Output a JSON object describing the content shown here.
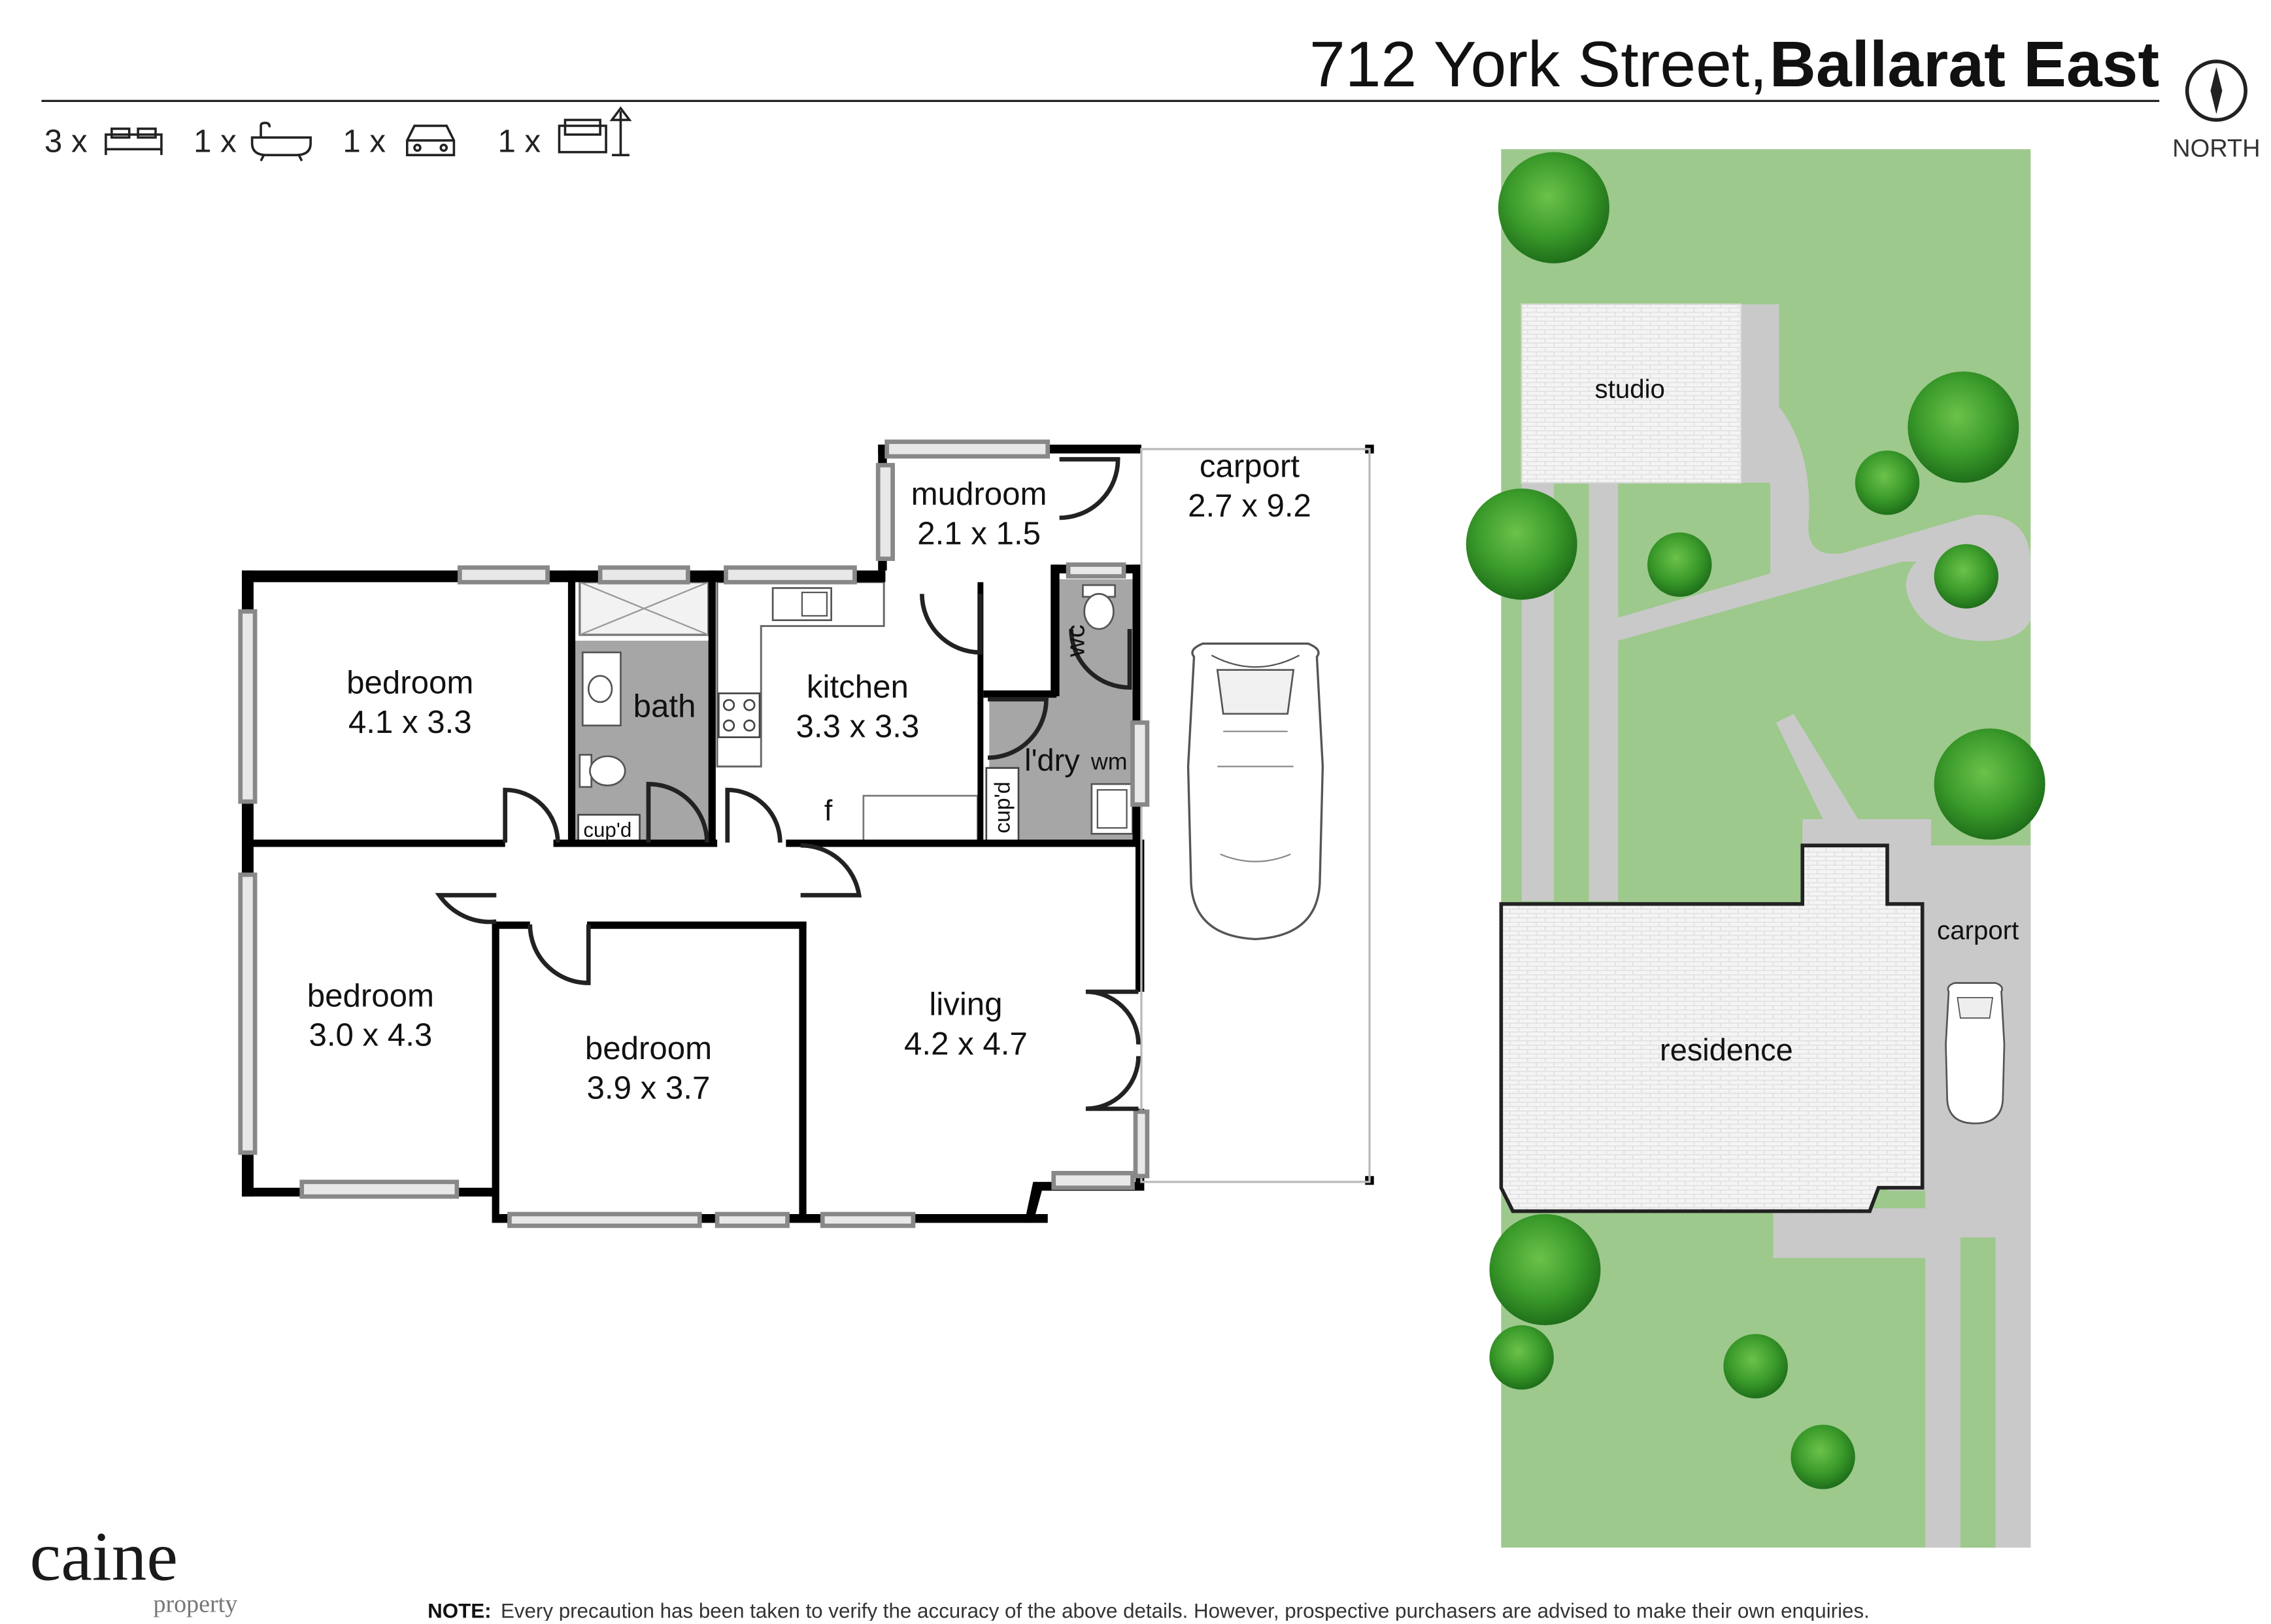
{
  "header": {
    "address_light": "712 York Street,",
    "address_bold": "Ballarat East",
    "compass_label": "NORTH"
  },
  "features": [
    {
      "count": "3 x",
      "icon": "bed-icon"
    },
    {
      "count": "1 x",
      "icon": "bath-icon"
    },
    {
      "count": "1 x",
      "icon": "car-icon"
    },
    {
      "count": "1 x",
      "icon": "living-icon"
    }
  ],
  "floorplan": {
    "bedroom1": {
      "name": "bedroom",
      "size": "4.1 x 3.3"
    },
    "bedroom2": {
      "name": "bedroom",
      "size": "3.0 x 4.3"
    },
    "bedroom3": {
      "name": "bedroom",
      "size": "3.9 x 3.7"
    },
    "bath": {
      "name": "bath"
    },
    "cupd1": {
      "name": "cup'd"
    },
    "kitchen": {
      "name": "kitchen",
      "size": "3.3 x 3.3"
    },
    "fridge": {
      "name": "f"
    },
    "mudroom": {
      "name": "mudroom",
      "size": "2.1 x 1.5"
    },
    "wc": {
      "name": "wc"
    },
    "laundry": {
      "name": "l'dry"
    },
    "wm": {
      "name": "wm"
    },
    "cupd2": {
      "name": "cup'd"
    },
    "living": {
      "name": "living",
      "size": "4.2 x 4.7"
    },
    "carport": {
      "name": "carport",
      "size": "2.7 x 9.2"
    }
  },
  "siteplan": {
    "studio": "studio",
    "residence": "residence",
    "carport": "carport"
  },
  "footer": {
    "brand_main": "caine",
    "brand_sub": "property",
    "note_label": "NOTE:",
    "note_text": "Every precaution has been taken to verify the accuracy of the above details. However, prospective purchasers are advised to make their own enquiries."
  },
  "colors": {
    "lawn": "#9dc98c",
    "paving": "#c9c9c9",
    "wet_area": "#a6a6a6",
    "tree": "#3a9a2a"
  }
}
